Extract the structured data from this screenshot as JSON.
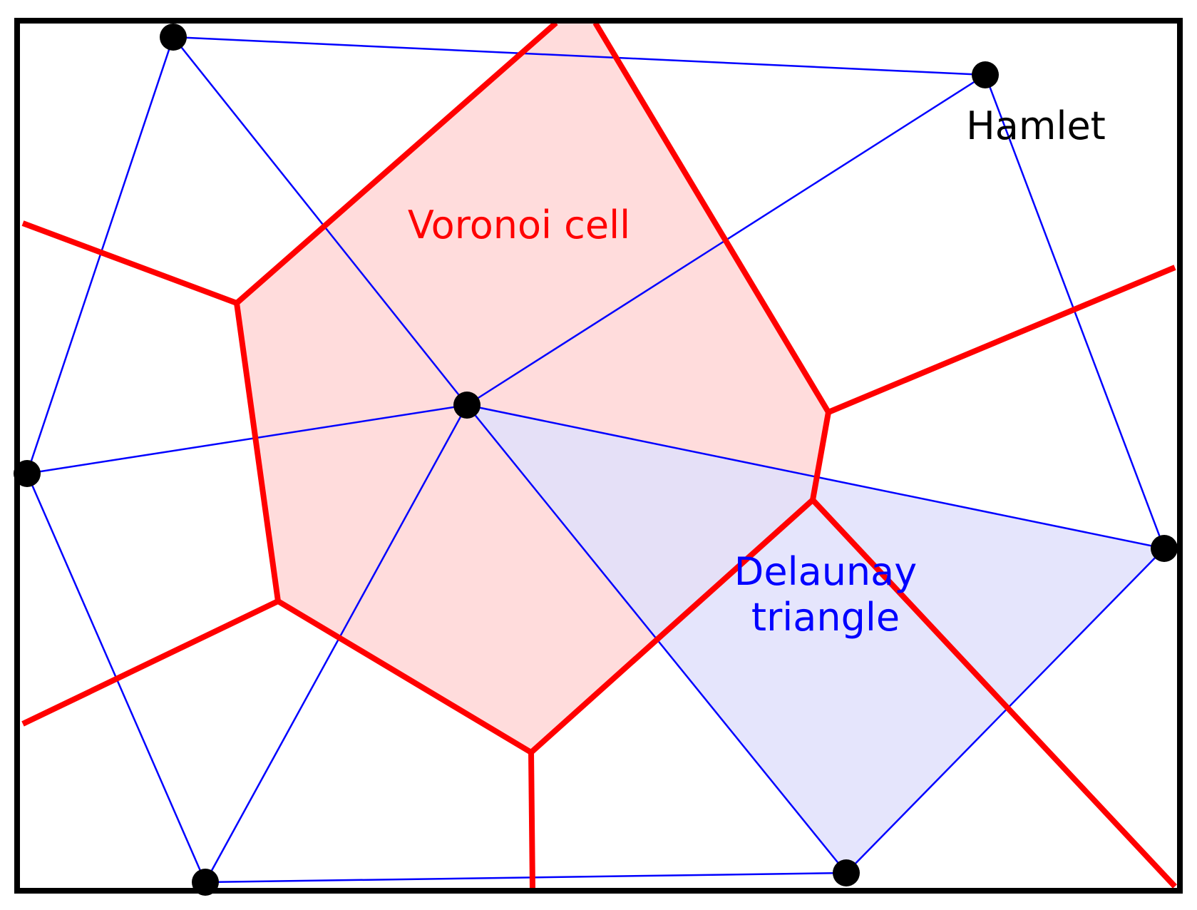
{
  "labels": {
    "hamlet": "Hamlet",
    "voronoi_cell": "Voronoi cell",
    "delaunay_line1": "Delaunay",
    "delaunay_line2": "triangle"
  },
  "colors": {
    "frame": "#000000",
    "voronoi_edge": "#ff0000",
    "voronoi_cell_fill": "#ffdcdc",
    "delaunay_edge": "#0000ff",
    "delaunay_triangle_fill": "#e0e0fb",
    "site": "#000000",
    "hamlet_label": "#000000",
    "voronoi_label": "#ff0000",
    "delaunay_label": "#0000ff"
  }
}
